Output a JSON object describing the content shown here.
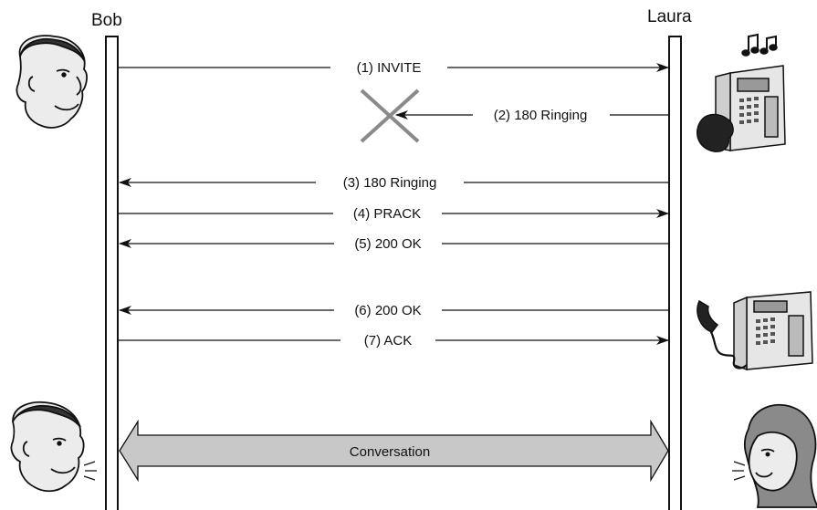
{
  "participants": {
    "left": "Bob",
    "right": "Laura"
  },
  "messages": [
    {
      "label": "(1) INVITE",
      "direction": "right"
    },
    {
      "label": "(2) 180 Ringing",
      "direction": "left",
      "lost": true
    },
    {
      "label": "(3) 180 Ringing",
      "direction": "left"
    },
    {
      "label": "(4) PRACK",
      "direction": "right"
    },
    {
      "label": "(5) 200 OK",
      "direction": "left"
    },
    {
      "label": "(6) 200 OK",
      "direction": "left"
    },
    {
      "label": "(7) ACK",
      "direction": "right"
    }
  ],
  "conversation": "Conversation",
  "icons": {
    "bob_top": "man-face-icon",
    "bob_bottom": "man-talking-icon",
    "laura_top": "ringing-telephone-icon",
    "laura_middle": "telephone-off-hook-icon",
    "laura_bottom": "woman-talking-icon",
    "lost": "x-mark-icon"
  },
  "colors": {
    "line": "#111111",
    "conversation_fill": "#c8c8c8",
    "lost_mark": "#8a8a8a"
  }
}
